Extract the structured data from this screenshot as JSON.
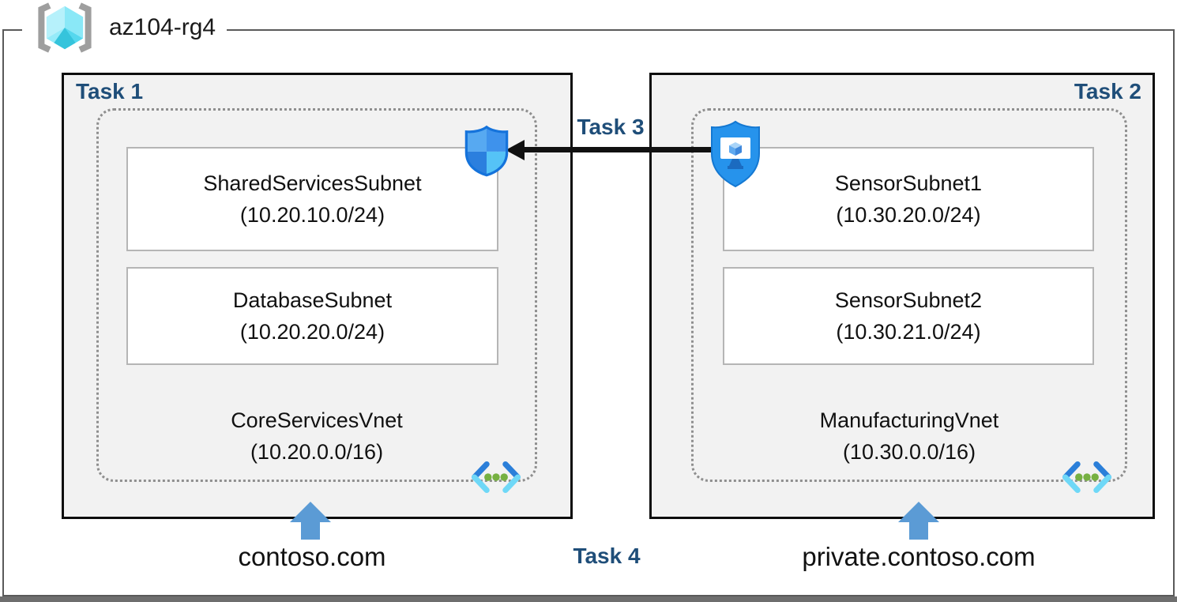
{
  "resource_group": {
    "name": "az104-rg4"
  },
  "tasks": {
    "task1": "Task 1",
    "task2": "Task 2",
    "task3": "Task 3",
    "task4": "Task 4"
  },
  "vnets": [
    {
      "name": "CoreServicesVnet",
      "address": "(10.20.0.0/16)",
      "dns_zone": "contoso.com",
      "subnets": [
        {
          "name": "SharedServicesSubnet",
          "address": "(10.20.10.0/24)"
        },
        {
          "name": "DatabaseSubnet",
          "address": "(10.20.20.0/24)"
        }
      ]
    },
    {
      "name": "ManufacturingVnet",
      "address": "(10.30.0.0/16)",
      "dns_zone": "private.contoso.com",
      "subnets": [
        {
          "name": "SensorSubnet1",
          "address": "(10.30.20.0/24)"
        },
        {
          "name": "SensorSubnet2",
          "address": "(10.30.21.0/24)"
        }
      ]
    }
  ],
  "icons": [
    "resource-group-icon",
    "nsg-shield-icon",
    "bastion-shield-icon",
    "virtual-network-icon",
    "up-arrow-icon"
  ],
  "colors": {
    "task_label": "#1F4E79",
    "dns_arrow_blue": "#5B9BD5",
    "frame_gray": "#5a5a5a",
    "box_fill": "#f2f2f2",
    "connection_black": "#111111",
    "vnet_dot_green": "#76B041",
    "shield_blue": "#2693EC"
  }
}
